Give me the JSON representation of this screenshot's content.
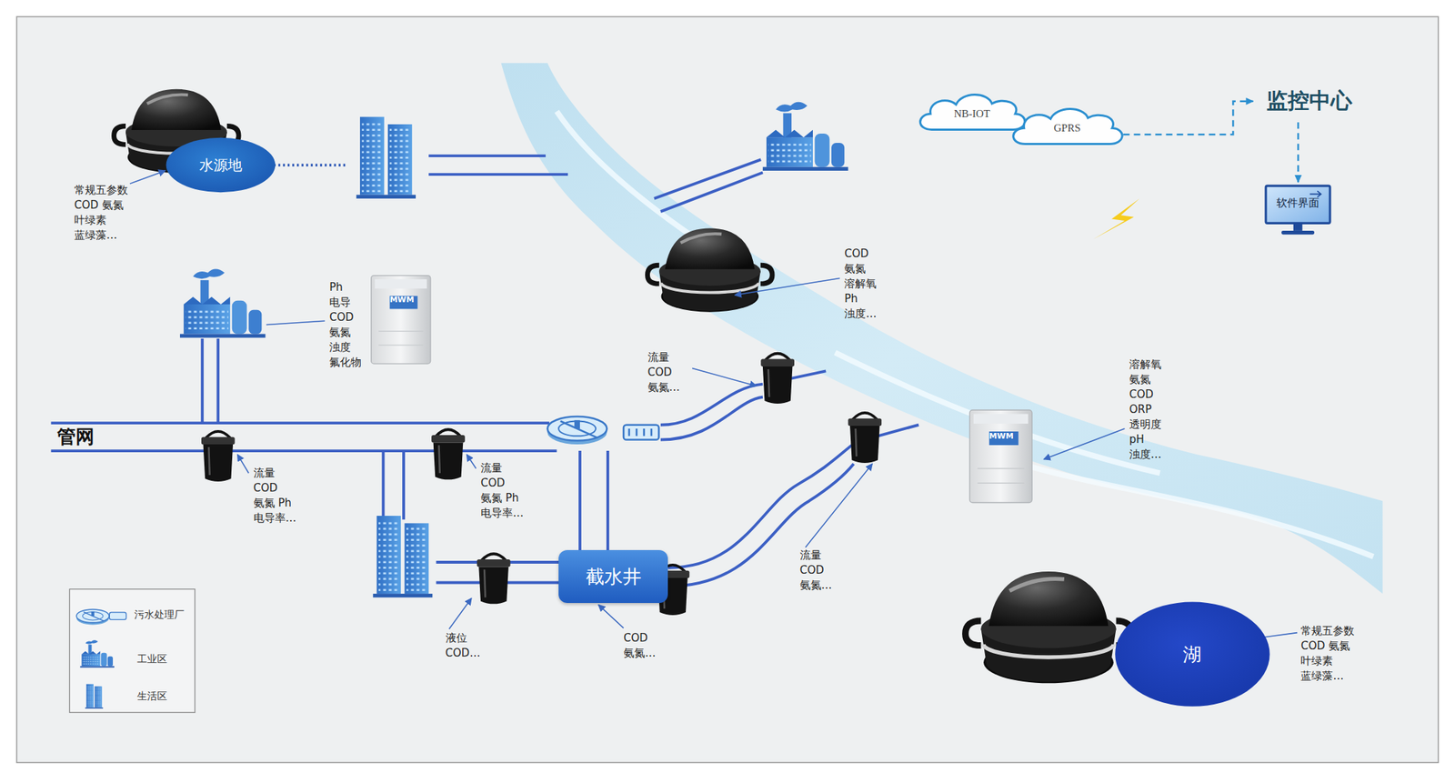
{
  "diagram": {
    "nodes": [
      {
        "text": [
          "水源地"
        ]
      },
      {
        "text": [
          "NB-IOT"
        ]
      },
      {
        "text": [
          "GPRS"
        ]
      },
      {
        "text": [
          "监控中心"
        ]
      },
      {
        "text": [
          "软件界面"
        ]
      },
      {
        "text": [
          "截水井"
        ]
      },
      {
        "text": [
          "湖"
        ]
      }
    ],
    "edges": [
      {
        "from": 2,
        "to": 3,
        "arrow": "to"
      },
      {
        "from": 3,
        "to": 4,
        "arrow": "to"
      }
    ],
    "labels": [
      "常规五参数 COD 氨氮 叶绿素 蓝绿藻…",
      "Ph 电导 COD 氨氮 浊度 氟化物",
      "COD 氨氮 溶解氧 Ph 浊度…",
      "流量 COD 氨氮…",
      "溶解氧 氨氮 COD ORP 透明度 pH 浊度…",
      "管网",
      "流量 COD 氨氮 Ph 电导率…",
      "流量 COD 氨氮 Ph 电导率…",
      "流量 COD 氨氮…",
      "液位 COD…",
      "COD 氨氮…",
      "常规五参数 COD 氨氮 叶绿素 蓝绿藻…",
      "MWM",
      "MWM"
    ],
    "legend": [
      {
        "text": "污水处理厂"
      },
      {
        "text": "工业区"
      },
      {
        "text": "生活区"
      }
    ]
  }
}
